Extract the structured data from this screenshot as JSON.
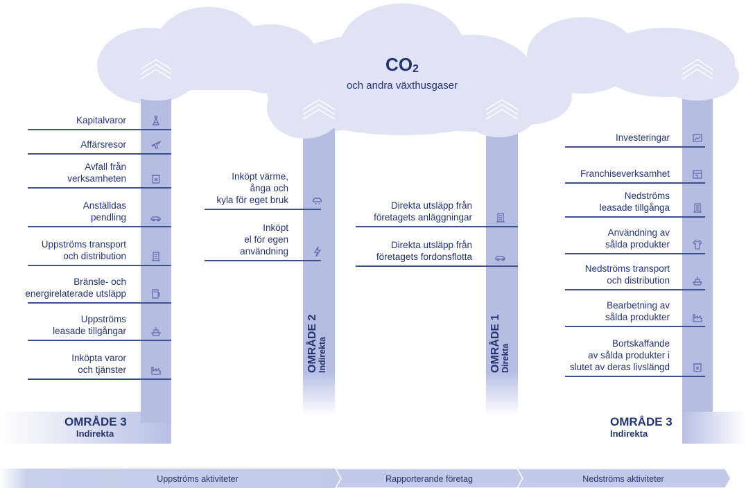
{
  "center": {
    "title": "CO",
    "title_sub": "2",
    "subtitle": "och andra växthusgaser"
  },
  "scope3_left": {
    "heading": "OMRÅDE 3",
    "sub": "Indirekta",
    "items": [
      {
        "label": "Kapitalvaror",
        "icon": "crane-icon"
      },
      {
        "label": "Affärsresor",
        "icon": "airplane-icon"
      },
      {
        "label": "Avfall från\nverksamheten",
        "icon": "trash-bin-icon"
      },
      {
        "label": "Anställdas\npendling",
        "icon": "car-icon"
      },
      {
        "label": "Uppströms transport\noch distribution",
        "icon": "building-icon"
      },
      {
        "label": "Bränsle- och\nenergirelaterade utsläpp",
        "icon": "fuel-pump-icon"
      },
      {
        "label": "Uppströms\nleasade tillgångar",
        "icon": "ship-icon"
      },
      {
        "label": "Inköpta varor\noch tjänster",
        "icon": "factory-icon"
      }
    ]
  },
  "scope2": {
    "heading": "OMRÅDE 2",
    "sub": "Indirekta",
    "items": [
      {
        "label": "Inköpt värme,\nånga och\nkyla för eget bruk",
        "icon": "steam-cloud-icon"
      },
      {
        "label": "Inköpt\nel för egen\nanvändning",
        "icon": "lightning-icon"
      }
    ]
  },
  "scope1": {
    "heading": "OMRÅDE 1",
    "sub": "Direkta",
    "items": [
      {
        "label": "Direkta utsläpp från\nföretagets anläggningar",
        "icon": "building-icon"
      },
      {
        "label": "Direkta utsläpp från\nföretagets fordonsflotta",
        "icon": "car-icon"
      }
    ]
  },
  "scope3_right": {
    "heading": "OMRÅDE 3",
    "sub": "Indirekta",
    "items": [
      {
        "label": "Investeringar",
        "icon": "chart-icon"
      },
      {
        "label": "Franchiseverksamhet",
        "icon": "store-icon"
      },
      {
        "label": "Nedströms\nleasade tillgånga",
        "icon": "building-icon"
      },
      {
        "label": "Användning av\nsålda produkter",
        "icon": "shirt-icon"
      },
      {
        "label": "Nedströms transport\noch distribution",
        "icon": "ship-icon"
      },
      {
        "label": "Bearbetning av\nsålda produkter",
        "icon": "factory-icon"
      },
      {
        "label": "Bortskaffande\nav sålda produkter i\nslutet av deras livslängd",
        "icon": "trash-bin-icon"
      }
    ]
  },
  "bottom_bar": [
    "Uppströms aktiviteter",
    "Rapporterande företag",
    "Nedströms aktiviteter"
  ],
  "colors": {
    "text": "#24336e",
    "column": "#b5bde3",
    "cloud": "#dfe3f3",
    "arrow_bar": "#c3cae9"
  }
}
